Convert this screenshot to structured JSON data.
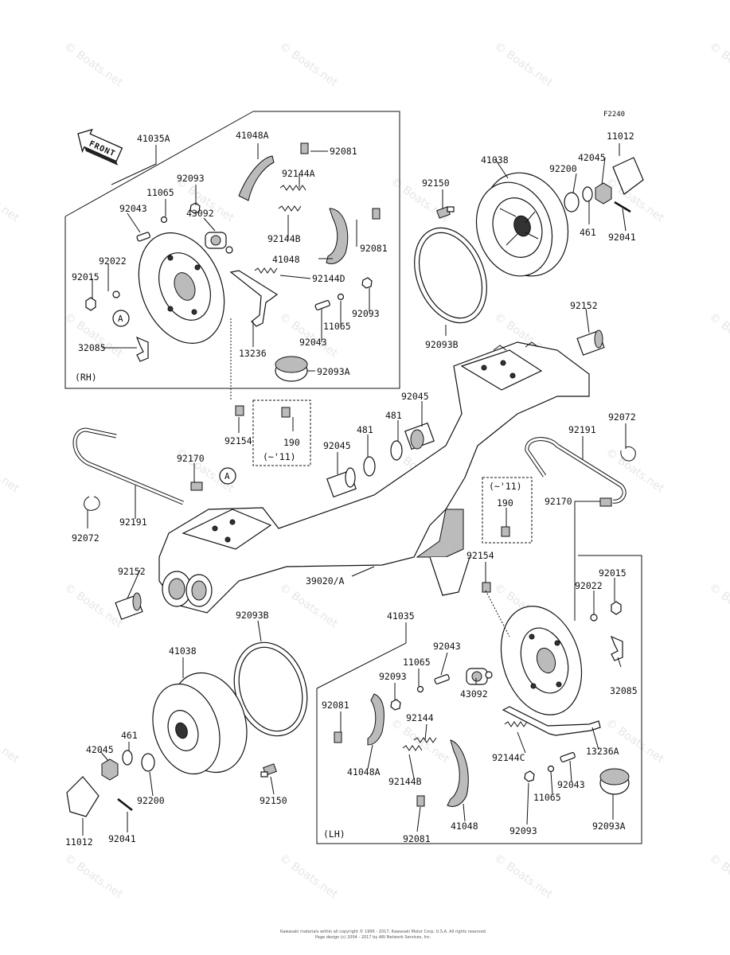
{
  "figure_code": "F2240",
  "direction_label": "FRONT",
  "group_labels": {
    "rh": "(RH)",
    "lh": "(LH)"
  },
  "callout_a": "A",
  "year_notes": {
    "left": "(~'11)",
    "right": "(~'11)"
  },
  "watermark_text": "© Boats.net",
  "footer_lines": [
    "Kawasaki materials within all copyright © 1995 - 2017, Kawasaki Motor Corp. U.S.A. All rights reserved.",
    "Page design (c) 2004 - 2017 by ARI Network Services, Inc."
  ],
  "part_labels": [
    {
      "id": "41035A",
      "text": "41035A"
    },
    {
      "id": "41048A-top",
      "text": "41048A"
    },
    {
      "id": "92081-top1",
      "text": "92081"
    },
    {
      "id": "92093-top1",
      "text": "92093"
    },
    {
      "id": "11065-top1",
      "text": "11065"
    },
    {
      "id": "92144A",
      "text": "92144A"
    },
    {
      "id": "92043-top1",
      "text": "92043"
    },
    {
      "id": "43092-top",
      "text": "43092"
    },
    {
      "id": "92144B-top",
      "text": "92144B"
    },
    {
      "id": "92081-top2",
      "text": "92081"
    },
    {
      "id": "41048-top",
      "text": "41048"
    },
    {
      "id": "92022-top",
      "text": "92022"
    },
    {
      "id": "92015-top",
      "text": "92015"
    },
    {
      "id": "92144D",
      "text": "92144D"
    },
    {
      "id": "92093-top2",
      "text": "92093"
    },
    {
      "id": "11065-top2",
      "text": "11065"
    },
    {
      "id": "32085-top",
      "text": "32085"
    },
    {
      "id": "92043-top2",
      "text": "92043"
    },
    {
      "id": "13236",
      "text": "13236"
    },
    {
      "id": "92093A-top",
      "text": "92093A"
    },
    {
      "id": "F2240",
      "text": "F2240"
    },
    {
      "id": "11012-top",
      "text": "11012"
    },
    {
      "id": "41038-top",
      "text": "41038"
    },
    {
      "id": "42045-top",
      "text": "42045"
    },
    {
      "id": "92150-top",
      "text": "92150"
    },
    {
      "id": "92200-top",
      "text": "92200"
    },
    {
      "id": "461-top",
      "text": "461"
    },
    {
      "id": "92041-top",
      "text": "92041"
    },
    {
      "id": "92152-top",
      "text": "92152"
    },
    {
      "id": "92093B-top",
      "text": "92093B"
    },
    {
      "id": "92154-top",
      "text": "92154"
    },
    {
      "id": "190-top",
      "text": "190"
    },
    {
      "id": "92045-mid1",
      "text": "92045"
    },
    {
      "id": "481-mid1",
      "text": "481"
    },
    {
      "id": "92045-mid2",
      "text": "92045"
    },
    {
      "id": "481-mid2",
      "text": "481"
    },
    {
      "id": "92072-right",
      "text": "92072"
    },
    {
      "id": "92191-right",
      "text": "92191"
    },
    {
      "id": "92170-left",
      "text": "92170"
    },
    {
      "id": "92170-right",
      "text": "92170"
    },
    {
      "id": "190-right",
      "text": "190"
    },
    {
      "id": "92072-left",
      "text": "92072"
    },
    {
      "id": "92191-left",
      "text": "92191"
    },
    {
      "id": "92152-left",
      "text": "92152"
    },
    {
      "id": "39020A",
      "text": "39020/A"
    },
    {
      "id": "92154-bot",
      "text": "92154"
    },
    {
      "id": "92015-bot",
      "text": "92015"
    },
    {
      "id": "92022-bot",
      "text": "92022"
    },
    {
      "id": "92093B-bot",
      "text": "92093B"
    },
    {
      "id": "41035",
      "text": "41035"
    },
    {
      "id": "92043-bot1",
      "text": "92043"
    },
    {
      "id": "41038-bot",
      "text": "41038"
    },
    {
      "id": "11065-bot1",
      "text": "11065"
    },
    {
      "id": "92093-bot1",
      "text": "92093"
    },
    {
      "id": "32085-bot",
      "text": "32085"
    },
    {
      "id": "92081-bot1",
      "text": "92081"
    },
    {
      "id": "43092-bot",
      "text": "43092"
    },
    {
      "id": "92144",
      "text": "92144"
    },
    {
      "id": "92144C",
      "text": "92144C"
    },
    {
      "id": "13236A",
      "text": "13236A"
    },
    {
      "id": "461-bot",
      "text": "461"
    },
    {
      "id": "42045-bot",
      "text": "42045"
    },
    {
      "id": "41048A-bot",
      "text": "41048A"
    },
    {
      "id": "92144B-bot",
      "text": "92144B"
    },
    {
      "id": "92043-bot2",
      "text": "92043"
    },
    {
      "id": "11065-bot2",
      "text": "11065"
    },
    {
      "id": "92200-bot",
      "text": "92200"
    },
    {
      "id": "92150-bot",
      "text": "92150"
    },
    {
      "id": "41048-bot",
      "text": "41048"
    },
    {
      "id": "92093-bot2",
      "text": "92093"
    },
    {
      "id": "92093A-bot",
      "text": "92093A"
    },
    {
      "id": "92081-bot2",
      "text": "92081"
    },
    {
      "id": "92041-bot",
      "text": "92041"
    },
    {
      "id": "11012-bot",
      "text": "11012"
    }
  ]
}
